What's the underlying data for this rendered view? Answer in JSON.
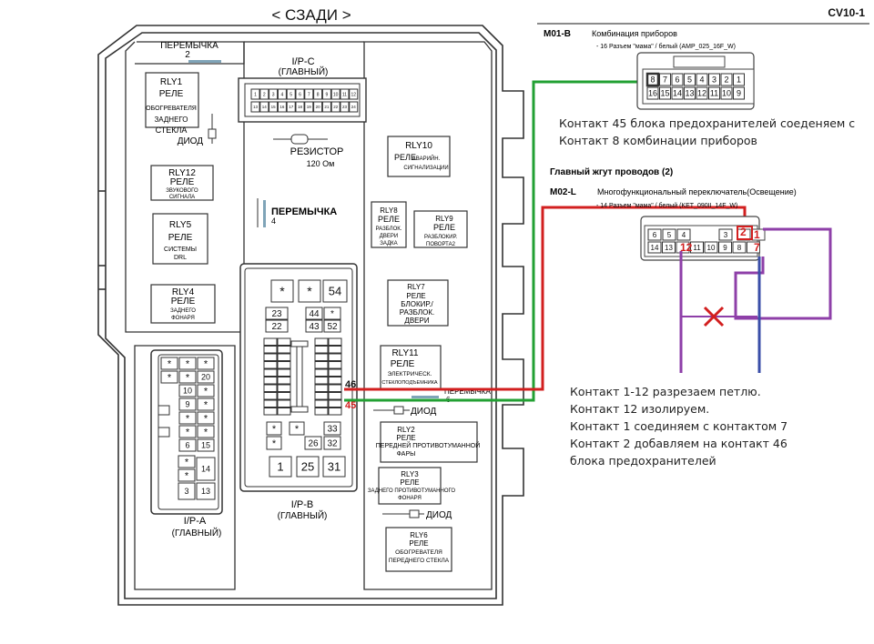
{
  "top_label": "< СЗАДИ >",
  "page_code": "CV10-1",
  "fuse_box": {
    "jumper2": {
      "title": "ПЕРЕМЫЧКА",
      "num": "2"
    },
    "ipc": {
      "title": "I/P-C",
      "sub": "(ГЛАВНЫЙ)",
      "pins_top": [
        "1",
        "2",
        "3",
        "4",
        "5",
        "6",
        "7",
        "8",
        "9",
        "10",
        "11",
        "12"
      ],
      "pins_bottom": [
        "13",
        "14",
        "15",
        "16",
        "17",
        "18",
        "19",
        "20",
        "21",
        "22",
        "23",
        "24"
      ]
    },
    "resistor": {
      "label": "РЕЗИСТОР",
      "value": "120 Ом"
    },
    "diode1": "ДИОД",
    "rly1": {
      "id": "RLY1",
      "type": "РЕЛЕ",
      "l1": "ОБОГРЕВАТЕЛЯ",
      "l2": "ЗАДНЕГО",
      "l3": "СТЕКЛА"
    },
    "rly12": {
      "id": "RLY12",
      "type": "РЕЛЕ",
      "l1": "ЗВУКОВОГО",
      "l2": "СИГНАЛА"
    },
    "rly5": {
      "id": "RLY5",
      "type": "РЕЛЕ",
      "l1": "СИСТЕМЫ",
      "l2": "DRL"
    },
    "rly4": {
      "id": "RLY4",
      "type": "РЕЛЕ",
      "l1": "ЗАДНЕГО",
      "l2": "ФОНАРЯ"
    },
    "rly10": {
      "id": "RLY10",
      "type": "РЕЛЕ",
      "l1": "АВАРИЙН.",
      "l2": "СИГНАЛИЗАЦИИ"
    },
    "jumper4": {
      "title": "ПЕРЕМЫЧКА",
      "num": "4"
    },
    "rly8": {
      "id": "RLY8",
      "type": "РЕЛЕ",
      "l1": "РАЗБЛОК.",
      "l2": "ДВЕРИ",
      "l3": "ЗАДКА"
    },
    "rly9": {
      "id": "RLY9",
      "type": "РЕЛЕ",
      "l1": "РАЗБЛОКИР.",
      "l2": "ПОВОРТА2"
    },
    "rly7": {
      "id": "RLY7",
      "type": "РЕЛЕ",
      "l1": "БЛОКИР./",
      "l2": "РАЗБЛОК.",
      "l3": "ДВЕРИ"
    },
    "rly11": {
      "id": "RLY11",
      "type": "РЕЛЕ",
      "l1": "ЭЛЕКТРИЧЕСК.",
      "l2": "СТЕКЛОПОДЪЕМНИКА"
    },
    "jumper6": {
      "title": "ПЕРЕМЫЧКА",
      "num": "6"
    },
    "diode2": "ДИОД",
    "rly2": {
      "id": "RLY2",
      "type": "РЕЛЕ",
      "l1": "ПЕРЕДНЕЙ ПРОТИВОТУМАННОЙ",
      "l2": "ФАРЫ"
    },
    "rly3": {
      "id": "RLY3",
      "type": "РЕЛЕ",
      "l1": "ЗАДНЕГО ПРОТИВОТУМАННОГО",
      "l2": "ФОНАРЯ"
    },
    "diode3": "ДИОД",
    "rly6": {
      "id": "RLY6",
      "type": "РЕЛЕ",
      "l1": "ОБОГРЕВАТЕЛЯ",
      "l2": "ПЕРЕДНЕГО СТЕКЛА"
    },
    "ipb": {
      "title": "I/P-B",
      "sub": "(ГЛАВНЫЙ)"
    },
    "ipa": {
      "title": "I/P-A",
      "sub": "(ГЛАВНЫЙ)"
    },
    "fuse_labels": {
      "f54": "54",
      "f23": "23",
      "f44": "44",
      "f22": "22",
      "f43": "43",
      "f52": "52",
      "f33": "33",
      "f26": "26",
      "f32": "32",
      "f1": "1",
      "f25": "25",
      "f31": "31",
      "star": "*"
    },
    "ipa_labels": {
      "p20": "20",
      "p10": "10",
      "p9": "9",
      "p6": "6",
      "p15": "15",
      "p14": "14",
      "p3": "3",
      "p13": "13"
    },
    "wire_labels": {
      "w46": "46",
      "w45": "45"
    }
  },
  "m01b": {
    "code": "M01-B",
    "name": "Комбинация приборов",
    "spec": "- 16 Разъем \"мама\" / белый (AMP_025_16F_W)",
    "pins_top": [
      "8",
      "7",
      "6",
      "5",
      "4",
      "3",
      "2",
      "1"
    ],
    "pins_bottom": [
      "16",
      "15",
      "14",
      "13",
      "12",
      "11",
      "10",
      "9"
    ]
  },
  "note1": {
    "line1": "Контакт 45 блока предохранителей соеденяем с",
    "line2": "Контакт 8 комбинации приборов"
  },
  "harness_title": "Главный жгут проводов (2)",
  "m02l": {
    "code": "M02-L",
    "name": "Многофункциональный переключатель(Освещение)",
    "spec": "- 14 Разъем \"мама\" / белый (KET_090II_14F_W)",
    "pins_top": [
      "6",
      "5",
      "4",
      "3",
      "2",
      "1"
    ],
    "pins_bottom": [
      "14",
      "13",
      "12",
      "11",
      "10",
      "9",
      "8",
      "7"
    ],
    "red_labels": {
      "c2": "2",
      "c1": "1",
      "c12": "12",
      "c7": "7"
    }
  },
  "note2": {
    "line1": "Контакт 1-12 разрезаем петлю.",
    "line2": "Контакт 12 изолируем.",
    "line3": "Контакт 1 соединяем с контактом 7",
    "line4": "Контакт 2 добавляем на контакт 46",
    "line5": "блока предохранителей"
  }
}
